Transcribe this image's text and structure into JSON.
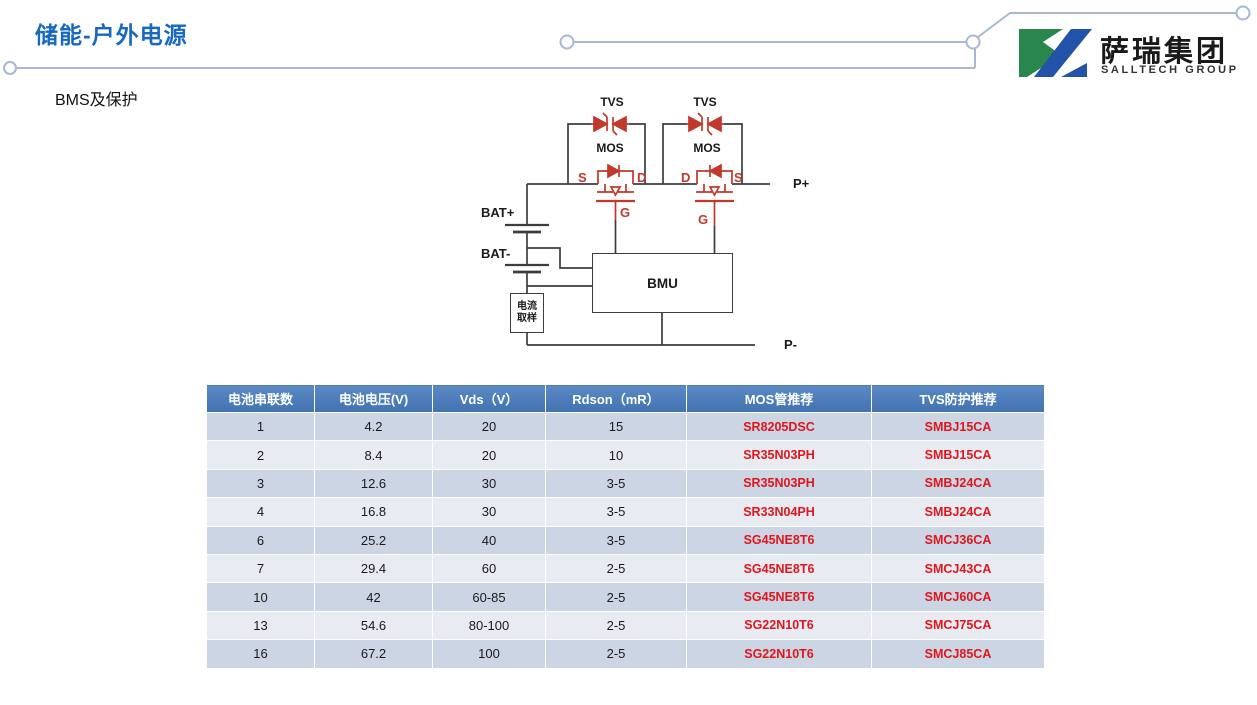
{
  "page": {
    "title": "储能-户外电源",
    "subtitle": "BMS及保护"
  },
  "logo": {
    "name_cn": "萨瑞集团",
    "name_en": "SALLTECH GROUP"
  },
  "diagram": {
    "tvs_label": "TVS",
    "mos_label": "MOS",
    "s_label": "S",
    "d_label": "D",
    "g_label": "G",
    "bat_plus": "BAT+",
    "bat_minus": "BAT-",
    "bmu_label": "BMU",
    "current_sense_line1": "电流",
    "current_sense_line2": "取样",
    "p_plus": "P+",
    "p_minus": "P-"
  },
  "table": {
    "headers": [
      "电池串联数",
      "电池电压(V)",
      "Vds（V）",
      "Rdson（mR）",
      "MOS管推荐",
      "TVS防护推荐"
    ],
    "rows": [
      [
        "1",
        "4.2",
        "20",
        "15",
        "SR8205DSC",
        "SMBJ15CA"
      ],
      [
        "2",
        "8.4",
        "20",
        "10",
        "SR35N03PH",
        "SMBJ15CA"
      ],
      [
        "3",
        "12.6",
        "30",
        "3-5",
        "SR35N03PH",
        "SMBJ24CA"
      ],
      [
        "4",
        "16.8",
        "30",
        "3-5",
        "SR33N04PH",
        "SMBJ24CA"
      ],
      [
        "6",
        "25.2",
        "40",
        "3-5",
        "SG45NE8T6",
        "SMCJ36CA"
      ],
      [
        "7",
        "29.4",
        "60",
        "2-5",
        "SG45NE8T6",
        "SMCJ43CA"
      ],
      [
        "10",
        "42",
        "60-85",
        "2-5",
        "SG45NE8T6",
        "SMCJ60CA"
      ],
      [
        "13",
        "54.6",
        "80-100",
        "2-5",
        "SG22N10T6",
        "SMCJ75CA"
      ],
      [
        "16",
        "67.2",
        "100",
        "2-5",
        "SG22N10T6",
        "SMCJ85CA"
      ]
    ]
  },
  "colors": {
    "title_blue": "#1668c0",
    "header_blue": "#4a7ebd",
    "row_dark": "#ccd5e4",
    "row_light": "#e9ebf2",
    "part_red": "#e0161d",
    "circuit_red": "#c0392b",
    "deco_line": "#a7b8d5",
    "logo_green": "#28874d",
    "logo_blue": "#2353a8"
  }
}
